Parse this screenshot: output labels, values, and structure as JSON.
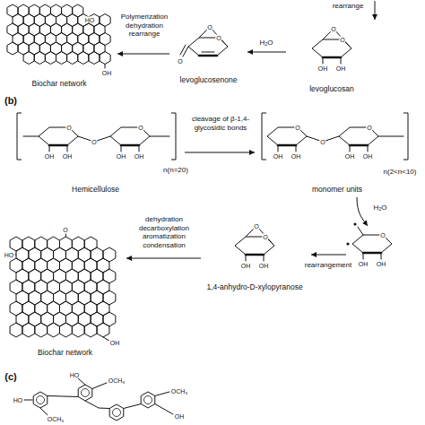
{
  "diagram": {
    "nodes": [
      {
        "text": [
          "Biochar network"
        ]
      },
      {
        "text": [
          "levoglucosenone"
        ]
      },
      {
        "text": [
          "levoglucosan"
        ]
      },
      {
        "text": [
          "Hemicellulose"
        ]
      },
      {
        "text": [
          "monomer units"
        ]
      },
      {
        "text": [
          "1,4-anhydro-D-xylopyranose"
        ]
      },
      {
        "text": [
          "Biochar network"
        ]
      }
    ],
    "edges": [
      {
        "from": 2,
        "to": 1,
        "arrow": "to",
        "label": "H₂O"
      },
      {
        "from": 1,
        "to": 0,
        "arrow": "to",
        "label": "Polymerization dehydration rearrange"
      },
      {
        "from": 3,
        "to": 4,
        "arrow": "to",
        "label": "cleavage of β-1,4-glycosidic bonds"
      },
      {
        "from": 5,
        "to": 6,
        "arrow": "to",
        "label": "dehydration decarboxylation aromatization condensation"
      }
    ],
    "labels": [
      "rearrange",
      "O",
      "O",
      "OH",
      "OH",
      "O",
      "O",
      "O",
      "HO",
      "OH",
      "(b)",
      "O",
      "O",
      "O",
      "OH",
      "OH",
      "OH",
      "OH",
      "n(n=20)",
      "O",
      "O",
      "O",
      "OH",
      "OH",
      "OH",
      "OH",
      "n(2<n<10)",
      "H₂O",
      "O",
      "OH",
      "OH",
      "rearrangement",
      "O",
      "O",
      "OH",
      "OH",
      "O",
      "HO",
      "OH",
      "(c)",
      "HO",
      "HO",
      "OCH₃",
      "OCH₃",
      "OCH₃",
      "OH"
    ]
  }
}
